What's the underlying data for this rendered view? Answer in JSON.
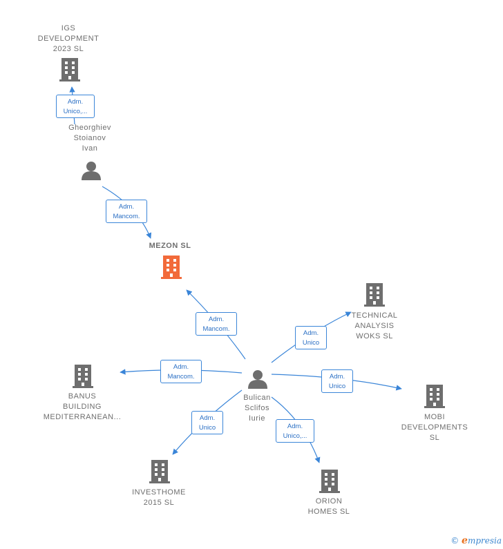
{
  "colors": {
    "edge": "#3a85d8",
    "building": "#6e6e6e",
    "focus_building": "#f26a3a",
    "person": "#6e6e6e",
    "label_text": "#6e6e6e",
    "edge_label_text": "#2a6fc4"
  },
  "nodes": {
    "igs": {
      "label": "IGS\nDEVELOPMENT\n2023  SL",
      "icon": "building-icon"
    },
    "gheorghiev": {
      "label": "Gheorghiev\nStoianov\nIvan",
      "icon": "person-icon"
    },
    "mezon": {
      "label": "MEZON  SL",
      "icon": "building-icon"
    },
    "technical": {
      "label": "TECHNICAL\nANALYSIS\nWOKS  SL",
      "icon": "building-icon"
    },
    "banus": {
      "label": "BANUS\nBUILDING\nMEDITERRANEAN...",
      "icon": "building-icon"
    },
    "bulican": {
      "label": "Bulican\nSclifos\nIurie",
      "icon": "person-icon"
    },
    "mobi": {
      "label": "MOBI\nDEVELOPMENTS\nSL",
      "icon": "building-icon"
    },
    "investhome": {
      "label": "INVESTHOME\n2015  SL",
      "icon": "building-icon"
    },
    "orion": {
      "label": "ORION\nHOMES  SL",
      "icon": "building-icon"
    }
  },
  "edges": {
    "gheorghiev_igs": "Adm.\nUnico,...",
    "gheorghiev_mezon": "Adm.\nMancom.",
    "bulican_mezon": "Adm.\nMancom.",
    "bulican_technical": "Adm.\nUnico",
    "bulican_banus": "Adm.\nMancom.",
    "bulican_mobi": "Adm.\nUnico",
    "bulican_investhome": "Adm.\nUnico",
    "bulican_orion": "Adm.\nUnico,..."
  },
  "brand": {
    "symbol": "©",
    "first_letter": "e",
    "rest": "mpresia"
  }
}
